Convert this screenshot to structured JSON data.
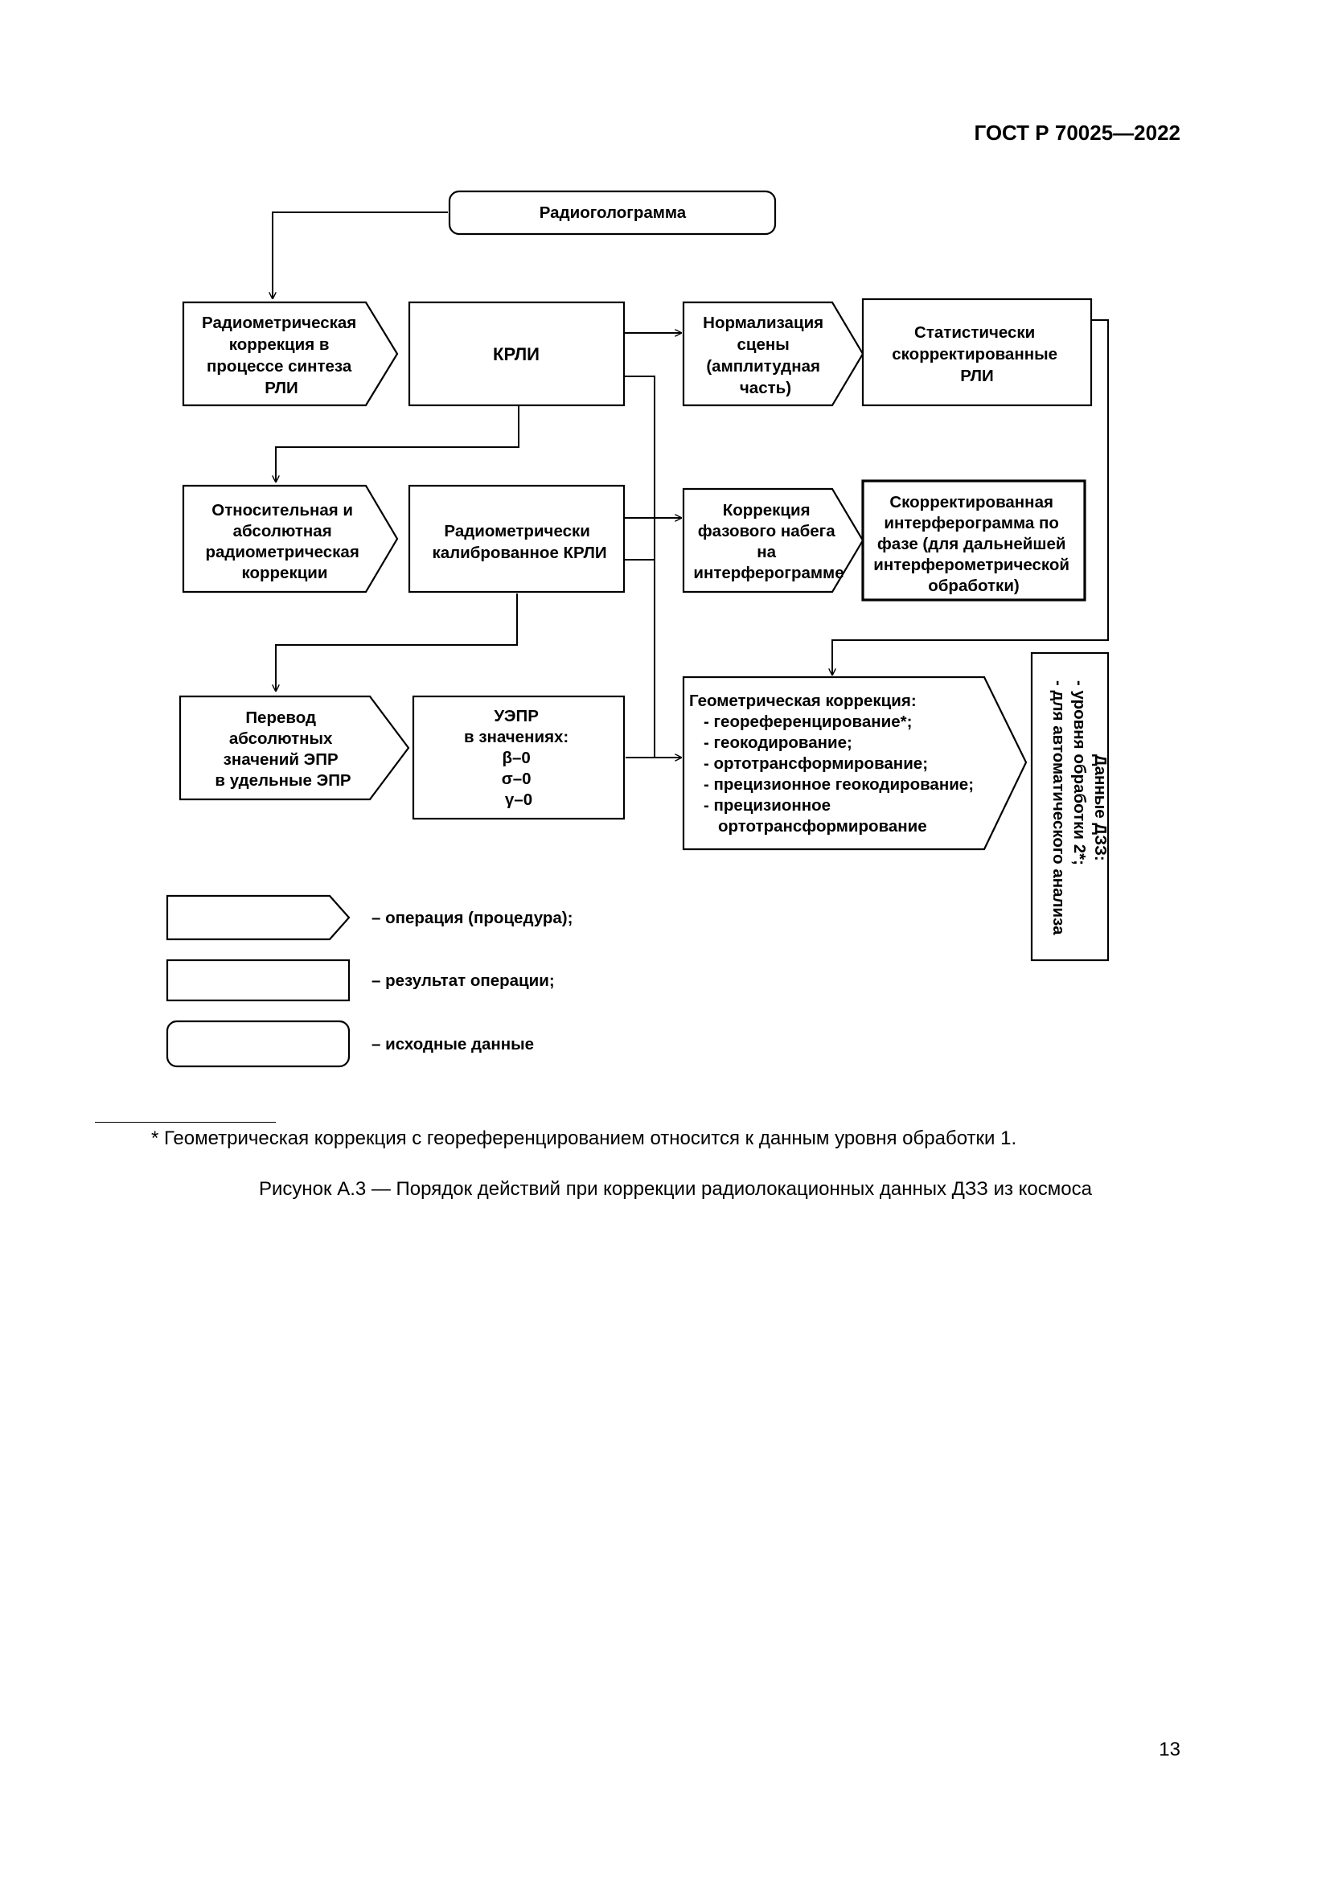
{
  "header": {
    "doc_id": "ГОСТ Р 70025—2022"
  },
  "boxes": {
    "radiohologram": [
      "Радиоголограмма"
    ],
    "radiometric_correction_synthesis": [
      "Радиометрическая",
      "коррекция в",
      "процессе синтеза",
      "РЛИ"
    ],
    "krli": [
      "КРЛИ"
    ],
    "scene_normalization": [
      "Нормализация",
      "сцены",
      "(амплитудная",
      "часть)"
    ],
    "statistically_corrected": [
      "Статистически",
      "скорректированные",
      "РЛИ"
    ],
    "relative_absolute_correction": [
      "Относительная и",
      "абсолютная",
      "радиометрическая",
      "коррекции"
    ],
    "calibrated_krli": [
      "Радиометрически",
      "калиброванное КРЛИ"
    ],
    "phase_correction": [
      "Коррекция",
      "фазового набега",
      "на",
      "интерферограмме"
    ],
    "corrected_interferogram": [
      "Скорректированная",
      "интерферограмма по",
      "фазе (для дальнейшей",
      "интерферометрической",
      "обработки)"
    ],
    "epr_conversion": [
      "Перевод",
      "абсолютных",
      "значений ЭПР",
      "в удельные ЭПР"
    ],
    "uepr": [
      "УЭПР",
      "в значениях:",
      "β–0",
      "σ–0",
      "γ–0"
    ],
    "geometric_correction": [
      "Геометрическая коррекция:",
      "- геореференцирование*;",
      "- геокодирование;",
      "- ортотрансформирование;",
      "- прецизионное геокодирование;",
      "- прецизионное",
      "ортотрансформирование"
    ],
    "dzz_data": [
      "Данные ДЗЗ:",
      "- уровня обработки 2*;",
      "- для автоматического анализа"
    ]
  },
  "legend": [
    {
      "shape": "operation",
      "label": "– операция (процедура);"
    },
    {
      "shape": "result",
      "label": "– результат операции;"
    },
    {
      "shape": "source",
      "label": "– исходные данные"
    }
  ],
  "footnote": "* Геометрическая коррекция с геореференцированием относится к данным уровня обработки 1.",
  "caption": "Рисунок А.3 — Порядок действий при коррекции радиолокационных данных ДЗЗ из космоса",
  "page_number": "13"
}
